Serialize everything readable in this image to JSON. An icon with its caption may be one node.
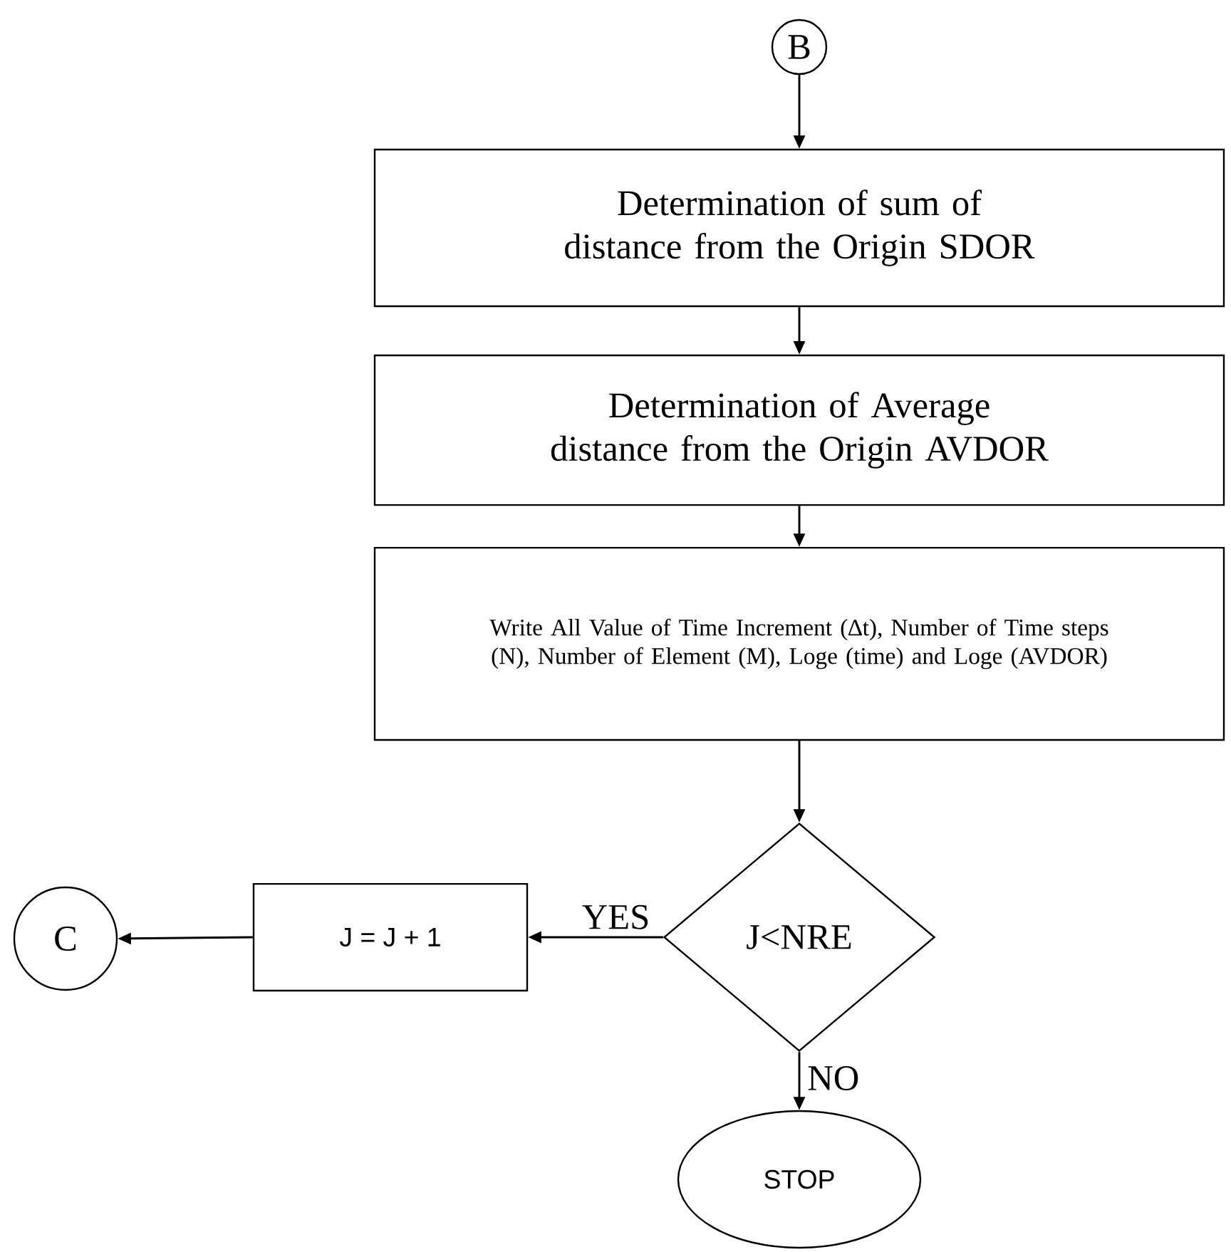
{
  "diagram": {
    "nodes": [
      {
        "text": [
          "B"
        ]
      },
      {
        "text": [
          "Determination of sum of distance from the Origin SDOR"
        ]
      },
      {
        "text": [
          "Determination of Average distance from the Origin AVDOR"
        ]
      },
      {
        "text": [
          "Write All Value of Time Increment (∆t), Number of Time steps (N), Number of Element (M), Loge (time) and Loge (AVDOR)"
        ]
      },
      {
        "text": [
          "J<NRE"
        ]
      },
      {
        "text": [
          "J = J + 1"
        ]
      },
      {
        "text": [
          "C"
        ]
      },
      {
        "text": [
          "STOP"
        ]
      }
    ],
    "edges": [
      {
        "from": 0,
        "to": 1,
        "arrow": "to"
      },
      {
        "from": 1,
        "to": 2,
        "arrow": "to"
      },
      {
        "from": 2,
        "to": 3,
        "arrow": "to"
      },
      {
        "from": 3,
        "to": 4,
        "arrow": "to"
      },
      {
        "from": 4,
        "to": 5,
        "arrow": "to",
        "label": "YES"
      },
      {
        "from": 5,
        "to": 6,
        "arrow": "to"
      },
      {
        "from": 4,
        "to": 7,
        "arrow": "to",
        "label": "NO"
      }
    ]
  }
}
